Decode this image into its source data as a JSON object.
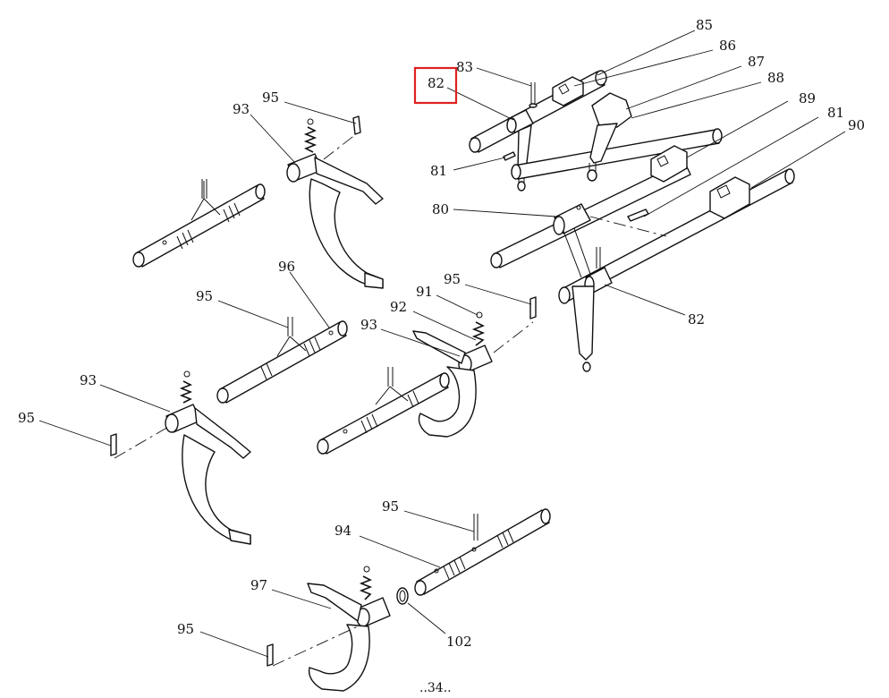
{
  "callouts": {
    "c85": "85",
    "c86": "86",
    "c87": "87",
    "c83": "83",
    "c82_top": "82",
    "c88": "88",
    "c89": "89",
    "c81_right": "81",
    "c90": "90",
    "c81_left": "81",
    "c80": "80",
    "c82_right": "82",
    "c95_a": "95",
    "c93_a": "93",
    "c96": "96",
    "c95_b": "95",
    "c91": "91",
    "c95_c": "95",
    "c92": "92",
    "c93_b": "93",
    "c93_c": "93",
    "c95_d": "95",
    "c95_e": "95",
    "c94": "94",
    "c97": "97",
    "c95_f": "95",
    "c102": "102"
  },
  "page_number": "..34..",
  "highlight_color": "#e02020"
}
